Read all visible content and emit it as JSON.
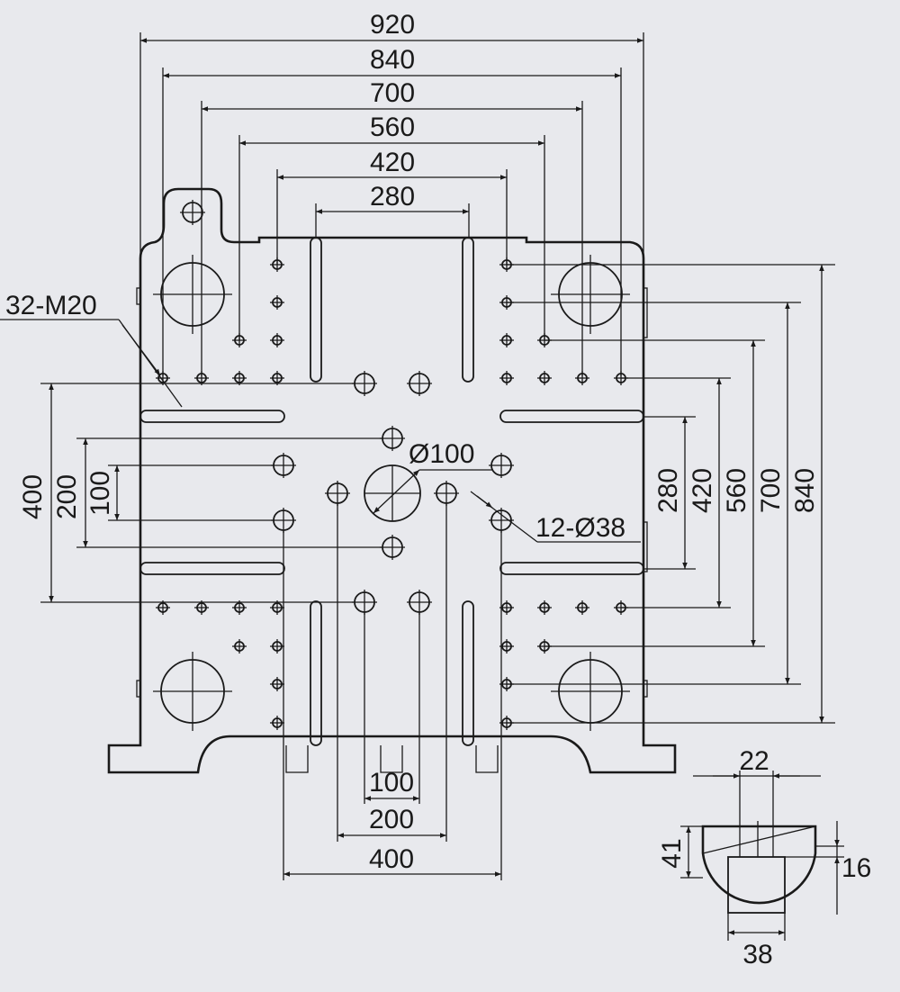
{
  "labels": {
    "dim_920": "920",
    "dim_840": "840",
    "dim_700": "700",
    "dim_560": "560",
    "dim_420": "420",
    "dim_280": "280",
    "callout_m20": "32-M20",
    "callout_d100": "Ø100",
    "callout_d38": "12-Ø38",
    "left_400": "400",
    "left_200": "200",
    "left_100": "100",
    "right_280": "280",
    "right_420": "420",
    "right_560": "560",
    "right_700": "700",
    "right_840": "840",
    "bottom_100": "100",
    "bottom_200": "200",
    "bottom_400": "400",
    "slot_22": "22",
    "slot_41": "41",
    "slot_16": "16",
    "slot_38": "38"
  },
  "colors": {
    "background": "#e8e9ed",
    "line": "#1a1a1a"
  }
}
